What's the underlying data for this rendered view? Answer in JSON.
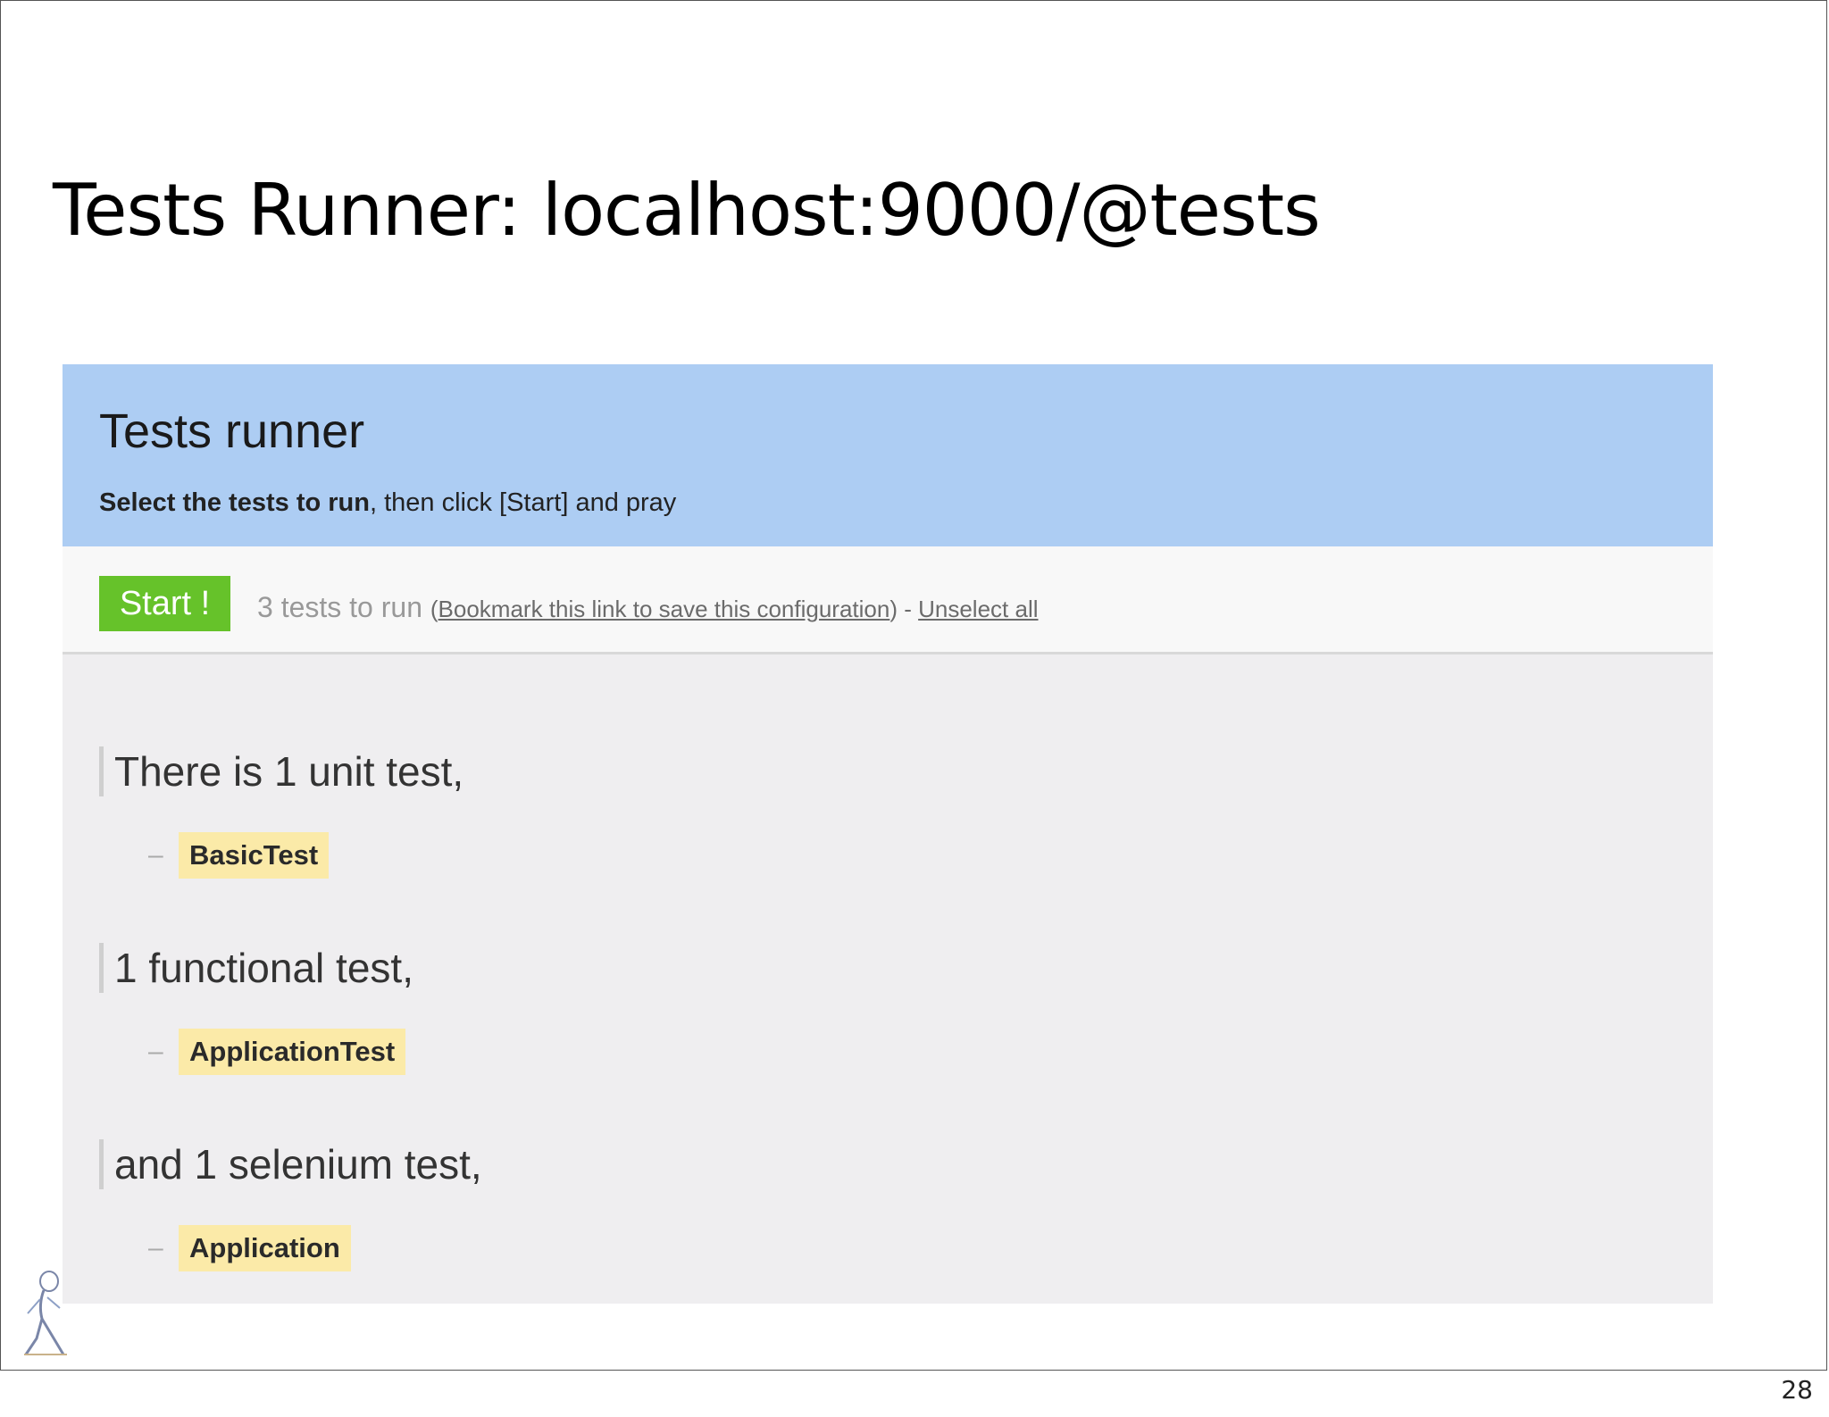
{
  "slide": {
    "title": "Tests Runner:  localhost:9000/@tests",
    "page_number": "28"
  },
  "runner": {
    "title": "Tests runner",
    "subtitle_bold": "Select the tests to run",
    "subtitle_rest": ", then click [Start] and pray",
    "start_label": "Start !",
    "count_text": "3 tests to run",
    "bookmark_open": "(",
    "bookmark_link": "Bookmark this link to save this configuration",
    "bookmark_close": ") - ",
    "unselect_link": "Unselect all",
    "groups": [
      {
        "heading": "There is 1 unit test,",
        "dash": "–",
        "test": "BasicTest"
      },
      {
        "heading": "1 functional test,",
        "dash": "–",
        "test": "ApplicationTest"
      },
      {
        "heading": "and 1 selenium test,",
        "dash": "–",
        "test": "Application"
      }
    ]
  },
  "colors": {
    "header_bg": "#adcdf3",
    "start_button": "#66c22a",
    "test_badge": "#fbeaa8",
    "panel_bg": "#efeef0"
  },
  "icons": {
    "logo": "play-framework-logo"
  }
}
